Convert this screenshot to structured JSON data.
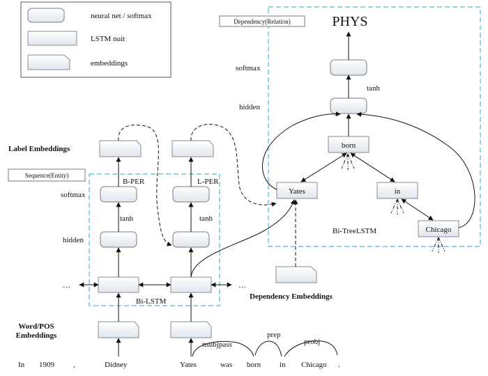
{
  "legend": {
    "items": [
      {
        "label": "neural net / softmax"
      },
      {
        "label": "LSTM nuit"
      },
      {
        "label": "embeddings"
      }
    ]
  },
  "sections": {
    "relation_title": "Dependency(Relation)",
    "relation_label": "PHYS",
    "entity_title": "Sequence(Entity)",
    "label_embeddings": "Label Embeddings",
    "dependency_embeddings": "Dependency Embeddings",
    "word_pos_embeddings_line1": "Word/POS",
    "word_pos_embeddings_line2": "Embeddings",
    "bi_lstm": "Bi-LSTM",
    "bi_treelstm": "Bi-TreeLSTM"
  },
  "layer_labels": {
    "tree_softmax": "softmax",
    "tree_hidden": "hidden",
    "tree_tanh": "tanh",
    "seq_softmax": "softmax",
    "seq_hidden": "hidden",
    "seq_tanh_1": "tanh",
    "seq_tanh_2": "tanh"
  },
  "entity_tags": [
    "B-PER",
    "L-PER"
  ],
  "tree_nodes": {
    "root": "born",
    "left": "Yates",
    "mid": "in",
    "leaf": "Chicago"
  },
  "ellipsis": "…",
  "sentence": [
    "In",
    "1909",
    ",",
    "Didney",
    "Yates",
    "was",
    "born",
    "in",
    "Chicago",
    "."
  ],
  "dependencies": [
    "nsubjpass",
    "prep",
    "probj"
  ]
}
